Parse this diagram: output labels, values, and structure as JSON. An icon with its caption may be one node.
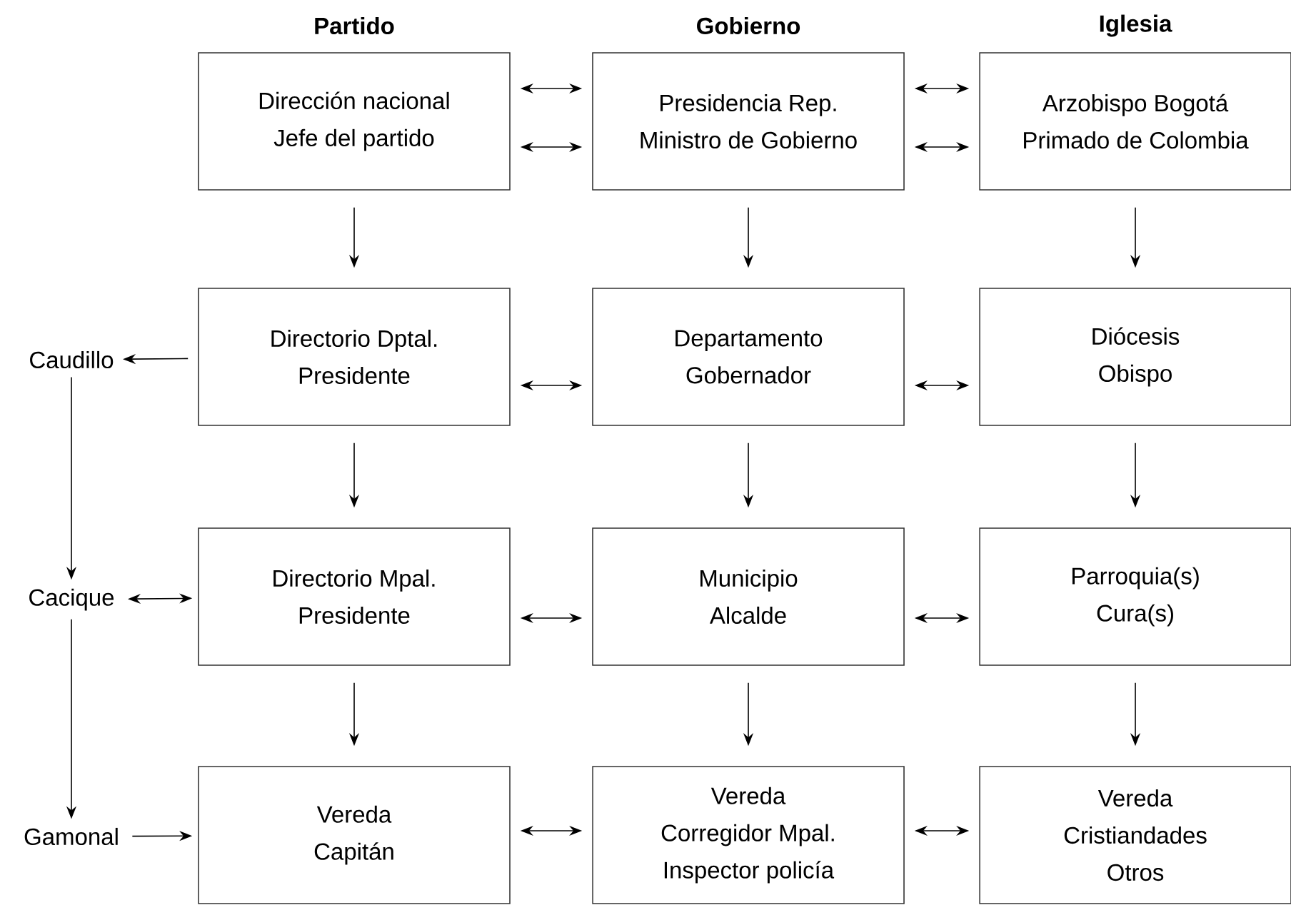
{
  "diagram": {
    "nodes": [
      {
        "text": [
          "Dirección nacional",
          "Jefe del partido"
        ]
      },
      {
        "text": [
          "Presidencia Rep.",
          "Ministro de Gobierno"
        ]
      },
      {
        "text": [
          "Arzobispo Bogotá",
          "Primado de Colombia"
        ]
      },
      {
        "text": [
          "Directorio Dptal.",
          "Presidente"
        ]
      },
      {
        "text": [
          "Departamento",
          "Gobernador"
        ]
      },
      {
        "text": [
          "Diócesis",
          "Obispo"
        ]
      },
      {
        "text": [
          "Directorio Mpal.",
          "Presidente"
        ]
      },
      {
        "text": [
          "Municipio",
          "Alcalde"
        ]
      },
      {
        "text": [
          "Parroquia(s)",
          "Cura(s)"
        ]
      },
      {
        "text": [
          "Vereda",
          "Capitán"
        ]
      },
      {
        "text": [
          "Vereda",
          "Corregidor Mpal.",
          "Inspector policía"
        ]
      },
      {
        "text": [
          "Vereda",
          "Cristiandades",
          "Otros"
        ]
      },
      {
        "text": [
          "Caudillo"
        ]
      },
      {
        "text": [
          "Cacique"
        ]
      },
      {
        "text": [
          "Gamonal"
        ]
      }
    ],
    "edges": [
      {
        "from": 0,
        "to": 1,
        "arrow": "both"
      },
      {
        "from": 0,
        "to": 1,
        "arrow": "both"
      },
      {
        "from": 1,
        "to": 2,
        "arrow": "both"
      },
      {
        "from": 1,
        "to": 2,
        "arrow": "both"
      },
      {
        "from": 3,
        "to": 4,
        "arrow": "both"
      },
      {
        "from": 4,
        "to": 5,
        "arrow": "both"
      },
      {
        "from": 6,
        "to": 7,
        "arrow": "both"
      },
      {
        "from": 7,
        "to": 8,
        "arrow": "both"
      },
      {
        "from": 9,
        "to": 10,
        "arrow": "both"
      },
      {
        "from": 10,
        "to": 11,
        "arrow": "both"
      },
      {
        "from": 0,
        "to": 3,
        "arrow": "to"
      },
      {
        "from": 1,
        "to": 4,
        "arrow": "to"
      },
      {
        "from": 2,
        "to": 5,
        "arrow": "to"
      },
      {
        "from": 3,
        "to": 6,
        "arrow": "to"
      },
      {
        "from": 4,
        "to": 7,
        "arrow": "to"
      },
      {
        "from": 5,
        "to": 8,
        "arrow": "to"
      },
      {
        "from": 6,
        "to": 9,
        "arrow": "to"
      },
      {
        "from": 7,
        "to": 10,
        "arrow": "to"
      },
      {
        "from": 8,
        "to": 11,
        "arrow": "to"
      },
      {
        "from": 3,
        "to": 12,
        "arrow": "to"
      },
      {
        "from": 12,
        "to": 13,
        "arrow": "to"
      },
      {
        "from": 13,
        "to": 6,
        "arrow": "both"
      },
      {
        "from": 13,
        "to": 14,
        "arrow": "to"
      },
      {
        "from": 14,
        "to": 9,
        "arrow": "to"
      }
    ],
    "labels": [
      "Partido",
      "Gobierno",
      "Iglesia"
    ]
  }
}
